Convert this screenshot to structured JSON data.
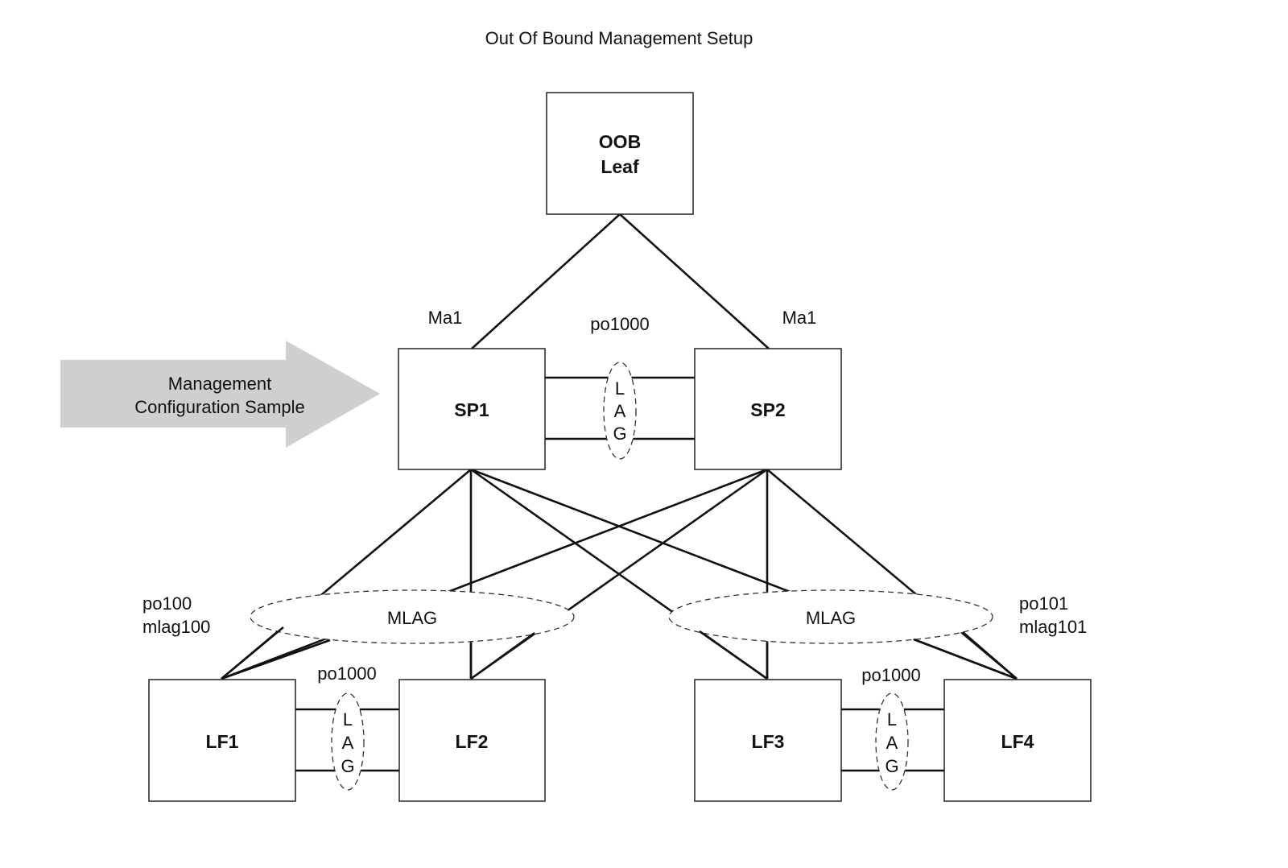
{
  "title": "Out Of Bound Management Setup",
  "callout": {
    "lines": [
      "Management",
      "Configuration Sample"
    ],
    "fill": "#cfcfcf"
  },
  "nodes": {
    "oob": {
      "lines": [
        "OOB",
        "Leaf"
      ]
    },
    "sp1": {
      "label": "SP1"
    },
    "sp2": {
      "label": "SP2"
    },
    "lf1": {
      "label": "LF1"
    },
    "lf2": {
      "label": "LF2"
    },
    "lf3": {
      "label": "LF3"
    },
    "lf4": {
      "label": "LF4"
    }
  },
  "interfaces": {
    "sp1_mgmt": "Ma1",
    "sp2_mgmt": "Ma1",
    "spine_peer_link": "po1000",
    "leaf12_peer_link": "po1000",
    "leaf34_peer_link": "po1000",
    "mlag_left": [
      "po100",
      "mlag100"
    ],
    "mlag_right": [
      "po101",
      "mlag101"
    ]
  },
  "groups": {
    "lag_letters": [
      "L",
      "A",
      "G"
    ],
    "mlag_label": "MLAG"
  },
  "links": [
    {
      "from": "oob",
      "to": "sp1",
      "type": "management"
    },
    {
      "from": "oob",
      "to": "sp2",
      "type": "management"
    },
    {
      "from": "sp1",
      "to": "sp2",
      "type": "lag",
      "count": 2
    },
    {
      "from": "lf1",
      "to": "lf2",
      "type": "lag",
      "count": 2
    },
    {
      "from": "lf3",
      "to": "lf4",
      "type": "lag",
      "count": 2
    },
    {
      "from": "sp1",
      "to": "lf1"
    },
    {
      "from": "sp1",
      "to": "lf2"
    },
    {
      "from": "sp1",
      "to": "lf3"
    },
    {
      "from": "sp1",
      "to": "lf4"
    },
    {
      "from": "sp2",
      "to": "lf1"
    },
    {
      "from": "sp2",
      "to": "lf2"
    },
    {
      "from": "sp2",
      "to": "lf3"
    },
    {
      "from": "sp2",
      "to": "lf4"
    }
  ]
}
